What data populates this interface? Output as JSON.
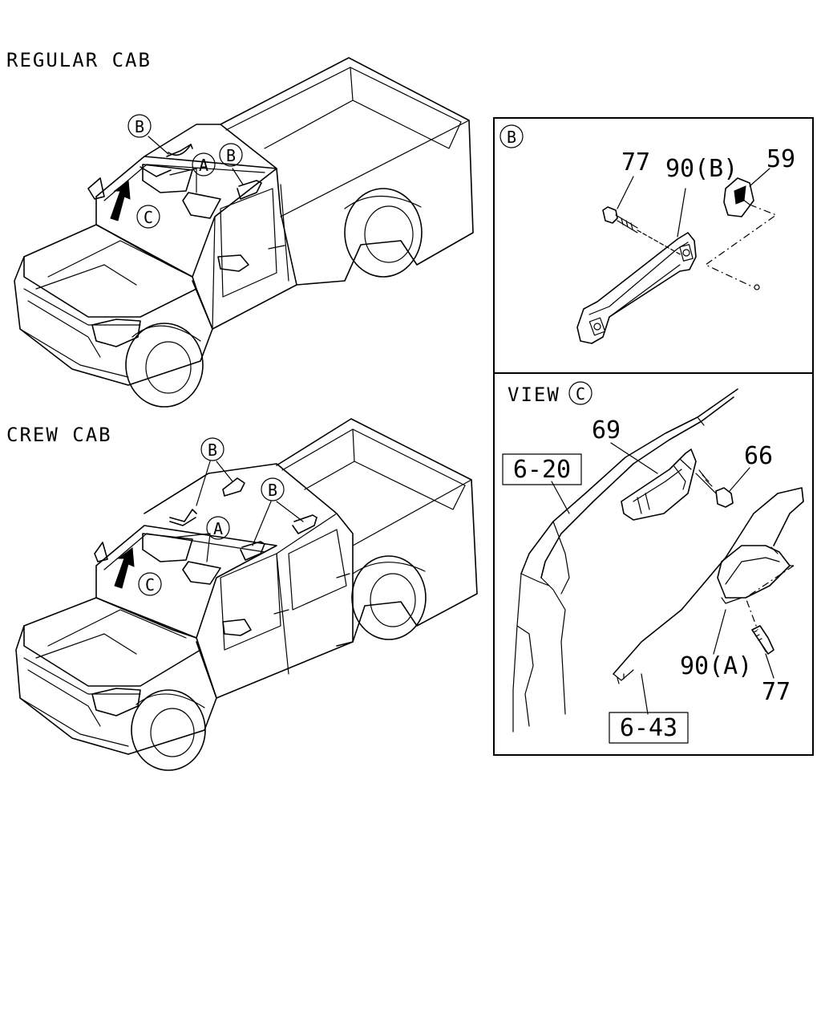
{
  "sections": {
    "regular_cab": "REGULAR CAB",
    "crew_cab": "CREW CAB"
  },
  "callouts": {
    "a": "A",
    "b": "B",
    "c": "C"
  },
  "view_b": {
    "title_marker": "B",
    "parts": {
      "bolt": "77",
      "grip": "90(B)",
      "clip": "59"
    }
  },
  "view_c": {
    "title": "VIEW",
    "title_marker": "C",
    "parts": {
      "bracket": "69",
      "screw": "66",
      "grip": "90(A)",
      "bolt": "77"
    },
    "refs": {
      "upper": "6-20",
      "lower": "6-43"
    }
  }
}
